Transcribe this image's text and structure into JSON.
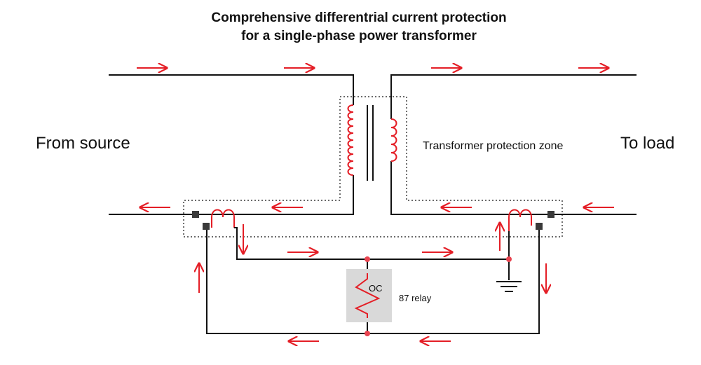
{
  "title": {
    "line1": "Comprehensive differentrial current protection",
    "line2": "for a single-phase power transformer"
  },
  "labels": {
    "from_source": "From source",
    "to_load": "To load",
    "protection_zone": "Transformer protection zone",
    "relay_element": "OC",
    "relay_name": "87 relay"
  },
  "colors": {
    "current_arrows": "#e41e26",
    "windings": "#e41e26",
    "wires": "#111111",
    "junction_nodes": "#e8434f",
    "ct_terminals": "#3a3a3a",
    "relay_box": "#d9d9d9"
  },
  "icons": {
    "current_arrow": "arrow-icon",
    "ground": "ground-icon",
    "winding": "coil-icon",
    "relay_resistor": "zigzag-icon"
  }
}
